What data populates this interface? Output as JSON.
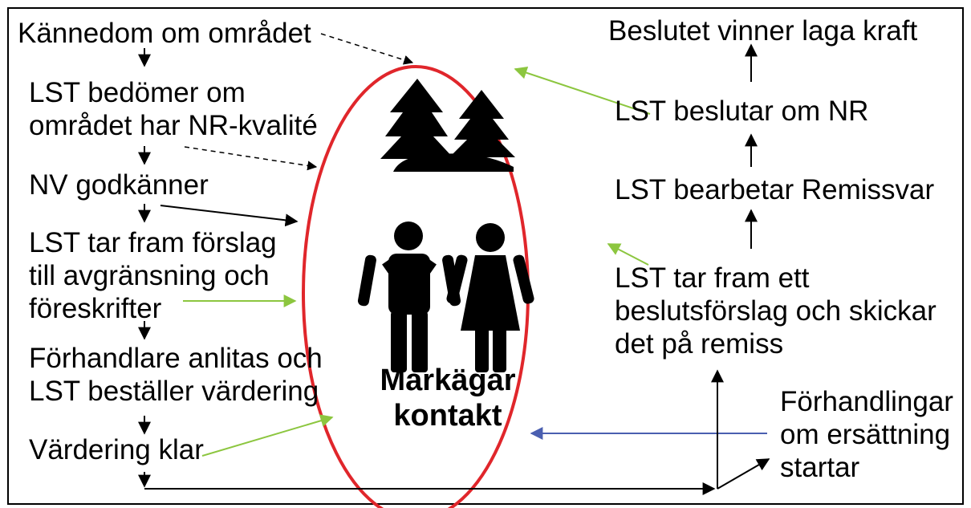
{
  "left_steps": [
    "Kännedom om området",
    "LST bedömer om\nområdet har NR-kvalité",
    "NV godkänner",
    "LST tar fram förslag\ntill avgränsning och\nföreskrifter",
    "Förhandlare anlitas och\nLST beställer värdering",
    "Värdering klar"
  ],
  "right_steps": [
    "Beslutet vinner laga kraft",
    "LST beslutar om NR",
    "LST bearbetar Remissvar",
    "LST tar fram ett\nbeslutsförslag och skickar\ndet på remiss"
  ],
  "negotiation": "Förhandlingar\nom ersättning\nstartar",
  "center_label": "Markägar\nkontakt",
  "icons": [
    "trees-icon",
    "people-icon"
  ],
  "colors": {
    "ellipse": "#e0262b",
    "green_arrow": "#8cc63f",
    "blue_arrow": "#4a5fb0",
    "black": "#000000",
    "background": "#ffffff"
  }
}
